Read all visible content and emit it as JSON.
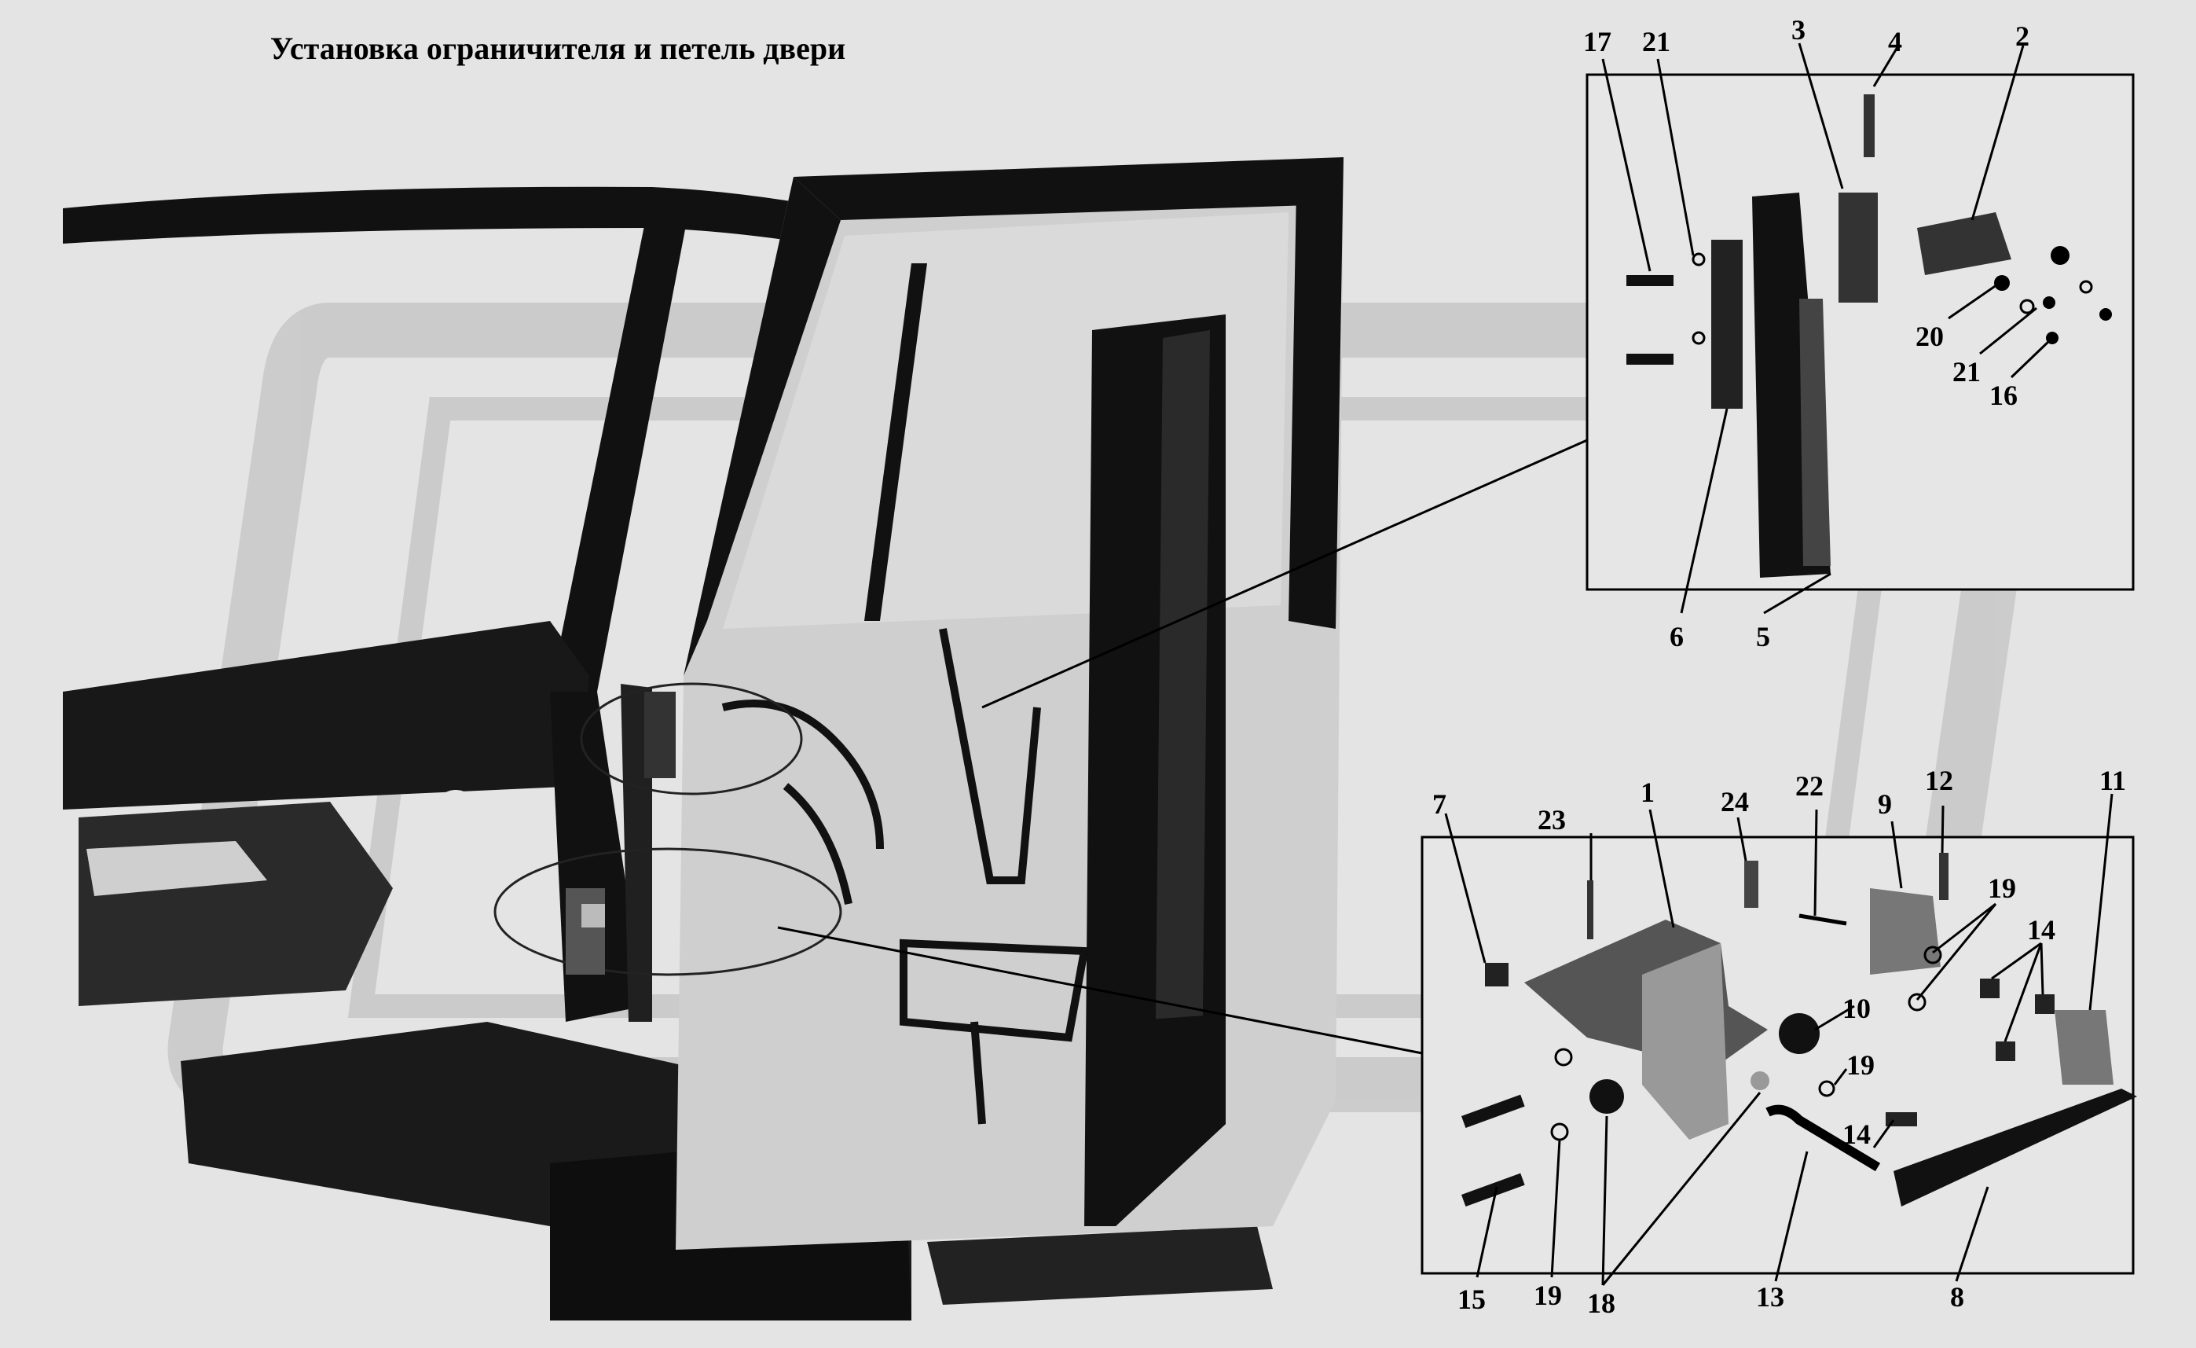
{
  "title": "Установка ограничителя и петель двери",
  "callouts": {
    "c1": "1",
    "c2": "2",
    "c3": "3",
    "c4": "4",
    "c5": "5",
    "c6": "6",
    "c7": "7",
    "c8": "8",
    "c9": "9",
    "c10": "10",
    "c11": "11",
    "c12": "12",
    "c13": "13",
    "c14a": "14",
    "c14b": "14",
    "c15": "15",
    "c16": "16",
    "c17": "17",
    "c18": "18",
    "c19a": "19",
    "c19b": "19",
    "c19c": "19",
    "c20": "20",
    "c21a": "21",
    "c21b": "21",
    "c22": "22",
    "c23": "23",
    "c24": "24"
  },
  "colors": {
    "background": "#e4e4e4",
    "ink": "#000000",
    "watermark": "#c8c8c8"
  }
}
